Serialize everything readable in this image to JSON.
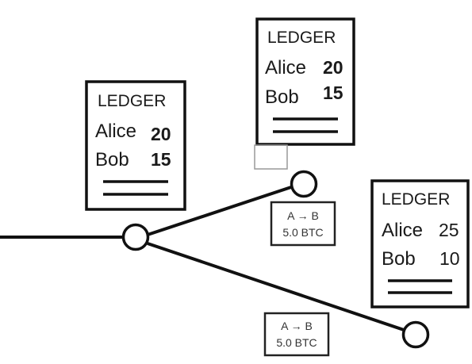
{
  "ledgers": {
    "left": {
      "title": "LEDGER",
      "rows": [
        {
          "name": "Alice",
          "value": "20"
        },
        {
          "name": "Bob",
          "value": "15"
        }
      ]
    },
    "top": {
      "title": "LEDGER",
      "rows": [
        {
          "name": "Alice",
          "value": "20"
        },
        {
          "name": "Bob",
          "value": "15"
        }
      ]
    },
    "right": {
      "title": "LEDGER",
      "rows": [
        {
          "name": "Alice",
          "value": "25"
        },
        {
          "name": "Bob",
          "value": "10"
        }
      ]
    }
  },
  "transactions": {
    "upper": {
      "line1": "A → B",
      "line2": "5.0 BTC"
    },
    "lower": {
      "line1": "A → B",
      "line2": "5.0 BTC"
    }
  },
  "colors": {
    "stroke": "#111111",
    "background": "#ffffff",
    "text": "#1a1a1a",
    "tx_border": "#222222"
  }
}
